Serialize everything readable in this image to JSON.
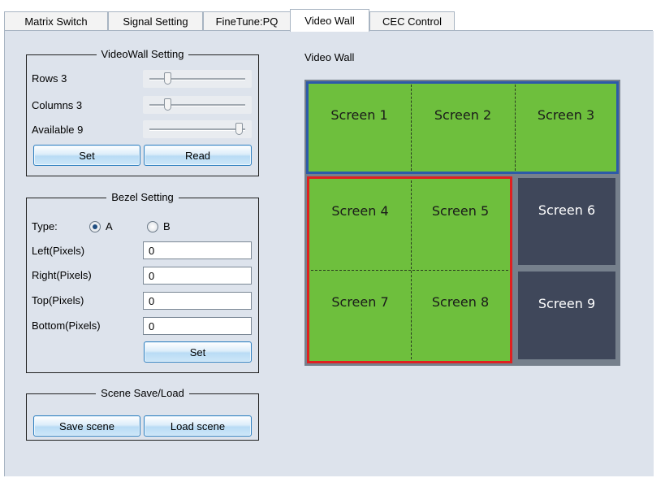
{
  "tabs": [
    "Matrix Switch",
    "Signal Setting",
    "FineTune:PQ",
    "Video Wall",
    "CEC Control"
  ],
  "active_tab": "Video Wall",
  "videowall_setting": {
    "title": "VideoWall Setting",
    "rows_label": "Rows 3",
    "columns_label": "Columns 3",
    "available_label": "Available 9",
    "rows_value": 0.33,
    "columns_value": 0.33,
    "available_value": 1.0,
    "set_label": "Set",
    "read_label": "Read"
  },
  "bezel_setting": {
    "title": "Bezel Setting",
    "type_label": "Type:",
    "option_a": "A",
    "option_b": "B",
    "selected": "A",
    "left_label": "Left(Pixels)",
    "right_label": "Right(Pixels)",
    "top_label": "Top(Pixels)",
    "bottom_label": "Bottom(Pixels)",
    "left_value": "0",
    "right_value": "0",
    "top_value": "0",
    "bottom_value": "0",
    "set_label": "Set"
  },
  "scene": {
    "title": "Scene Save/Load",
    "save_label": "Save scene",
    "load_label": "Load scene"
  },
  "video_wall": {
    "title": "Video Wall",
    "screens": [
      "Screen 1",
      "Screen 2",
      "Screen 3",
      "Screen 4",
      "Screen 5",
      "Screen 6",
      "Screen 7",
      "Screen 8",
      "Screen 9"
    ],
    "colors": {
      "active": "#6ebf3d",
      "inactive": "#3f475a",
      "group1_border": "#2d5aa8",
      "group2_border": "#e02020",
      "background": "#76808c"
    }
  }
}
